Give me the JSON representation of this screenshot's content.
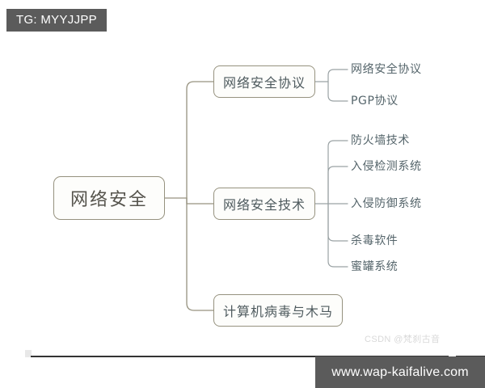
{
  "overlay": {
    "tg_badge": "TG: MYYJJPP",
    "url_banner": "www.wap-kaifalive.com",
    "csdn_watermark": "CSDN @梵刹古音"
  },
  "colors": {
    "badge_background": "#5b5b5b",
    "badge_text": "#ffffff",
    "node_border": "#96927f",
    "node_fill": "#fdfdfb",
    "root_text": "#55534c",
    "branch_text": "#4e5a5e",
    "leaf_text": "#55656b",
    "connector": "#96927f",
    "leaf_connector": "#9aa2a4",
    "watermark_text": "#d9d9d9",
    "rule": "#333333",
    "scrollbar_thumb": "#c6c6c6",
    "canvas_background": "#ffffff"
  },
  "mindmap": {
    "root": {
      "label": "网络安全"
    },
    "branches": [
      {
        "label": "网络安全协议",
        "leaves": [
          {
            "label": "网络安全协议"
          },
          {
            "label": "PGP协议"
          }
        ]
      },
      {
        "label": "网络安全技术",
        "leaves": [
          {
            "label": "防火墙技术"
          },
          {
            "label": "入侵检测系统"
          },
          {
            "label": "入侵防御系统"
          },
          {
            "label": "杀毒软件"
          },
          {
            "label": "蜜罐系统"
          }
        ]
      },
      {
        "label": "计算机病毒与木马",
        "leaves": []
      }
    ]
  }
}
